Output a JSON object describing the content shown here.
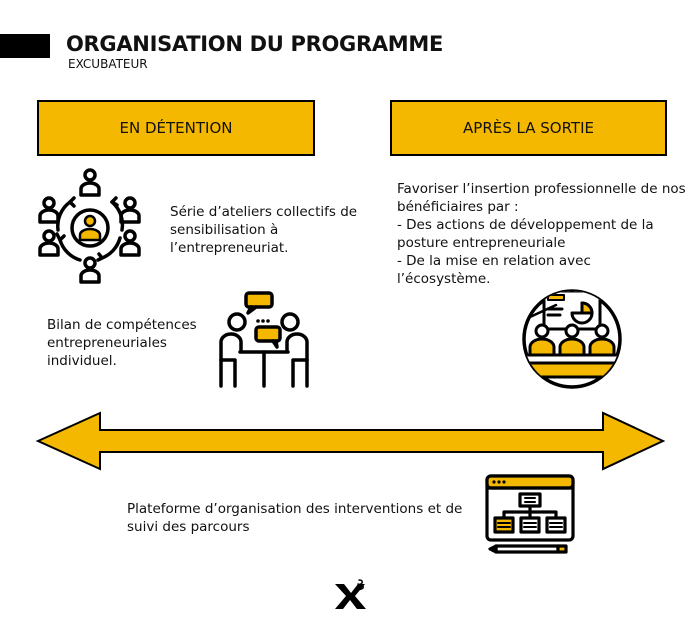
{
  "header": {
    "title": "ORGANISATION DU PROGRAMME",
    "subtitle": "EXCUBATEUR"
  },
  "phases": {
    "left_label": "EN DÉTENTION",
    "right_label": "APRÈS LA SORTIE"
  },
  "items": {
    "workshops": "Série d’ateliers collectifs de sensibilisation à l’entrepreneuriat.",
    "skills": "Bilan de compétences entrepreneuriales individuel.",
    "after_intro": "Favoriser l’insertion professionnelle de nos bénéficiaires par :",
    "after_bullets": [
      "-   Des actions de développement de la posture entrepreneuriale",
      "-   De la mise en relation avec l’écosystème."
    ],
    "platform": "Plateforme d’organisation des interventions et de suivi des parcours"
  },
  "colors": {
    "accent": "#f5b800",
    "outline": "#000000"
  },
  "icons": {
    "network": "people-network-icon",
    "meeting": "meeting-icon",
    "presentation": "presentation-audience-icon",
    "platform": "web-sitemap-icon",
    "logo": "x-logo-icon"
  }
}
